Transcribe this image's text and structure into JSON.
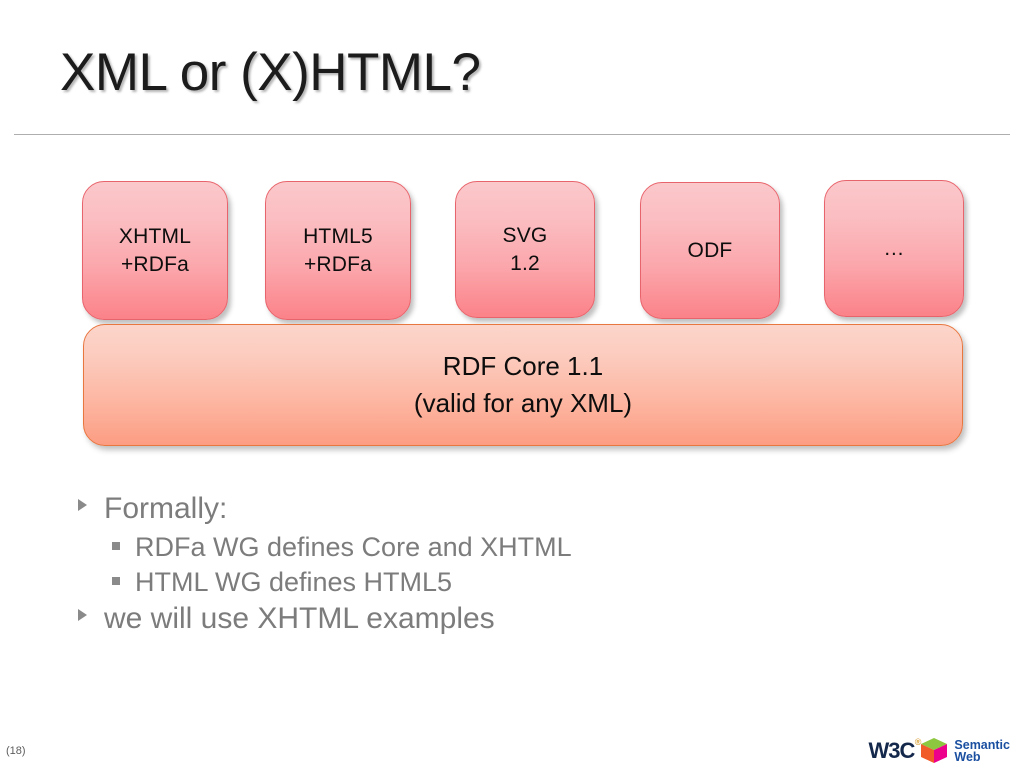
{
  "slide": {
    "title": "XML or (X)HTML?",
    "page_number": "(18)"
  },
  "diagram": {
    "boxes": [
      {
        "name": "xhtml",
        "line1": "XHTML",
        "line2": "+RDFa"
      },
      {
        "name": "html5",
        "line1": "HTML5",
        "line2": "+RDFa"
      },
      {
        "name": "svg",
        "line1": "SVG",
        "line2": "1.2"
      },
      {
        "name": "odf",
        "line1": "ODF",
        "line2": ""
      },
      {
        "name": "more",
        "line1": "…",
        "line2": ""
      }
    ],
    "core_bar": {
      "line1": "RDF Core 1.1",
      "line2": "(valid for any XML)"
    },
    "colors": {
      "box_fill_top": "#fbc8cb",
      "box_fill_bottom": "#fb8289",
      "box_border": "#e8646c",
      "bar_fill_top": "#fcd5ca",
      "bar_fill_bottom": "#fc9d83",
      "bar_border": "#e8763f"
    }
  },
  "bullets": [
    {
      "level": 1,
      "marker": "triangle-bullet",
      "text": "Formally:"
    },
    {
      "level": 2,
      "marker": "square-bullet",
      "text": "RDFa WG defines Core and XHTML"
    },
    {
      "level": 2,
      "marker": "square-bullet",
      "text": "HTML WG defines HTML5"
    },
    {
      "level": 1,
      "marker": "triangle-bullet",
      "text": "we will use XHTML examples"
    }
  ],
  "logo": {
    "w3c": "W3C",
    "w3c_mark": "®",
    "word1": "Semantic",
    "word2": "Web",
    "cube_colors": {
      "top": "#8dc63f",
      "left": "#f15a29",
      "right": "#ec008c",
      "accent": "#00aeef"
    }
  }
}
